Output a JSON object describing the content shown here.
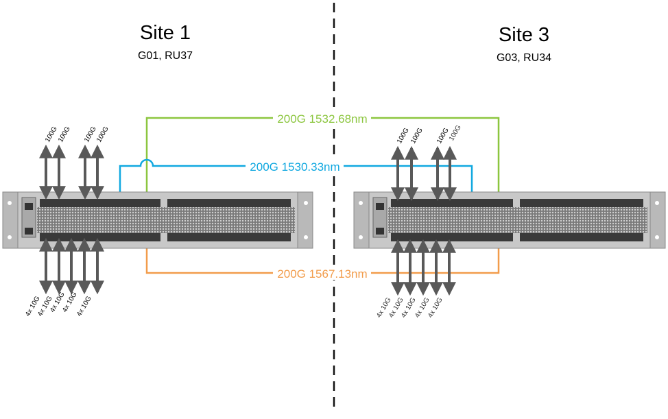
{
  "sites": [
    {
      "title": "Site 1",
      "location": "G01, RU37"
    },
    {
      "title": "Site 3",
      "location": "G03, RU34"
    }
  ],
  "links": [
    {
      "label": "200G 1532.68nm",
      "color": "#8cc63f"
    },
    {
      "label": "200G 1530.33nm",
      "color": "#10a8e0"
    },
    {
      "label": "200G 1567.13nm",
      "color": "#f29c4b"
    }
  ],
  "site1_top_ports": [
    "100G",
    "100G",
    "100G",
    "100G"
  ],
  "site1_bottom_ports": [
    "4x 10G",
    "4x 10G",
    "4x 10G",
    "4x 10G",
    "4x 10G"
  ],
  "site3_top_ports": [
    "100G",
    "100G",
    "100G",
    "100G"
  ],
  "site3_bottom_ports": [
    "4x 10G",
    "4x 10G",
    "4x 10G",
    "4x 10G",
    "4x 10G"
  ],
  "colors": {
    "arrow": "#595959",
    "divider": "#111111",
    "chassis": "#c8c8c8"
  }
}
